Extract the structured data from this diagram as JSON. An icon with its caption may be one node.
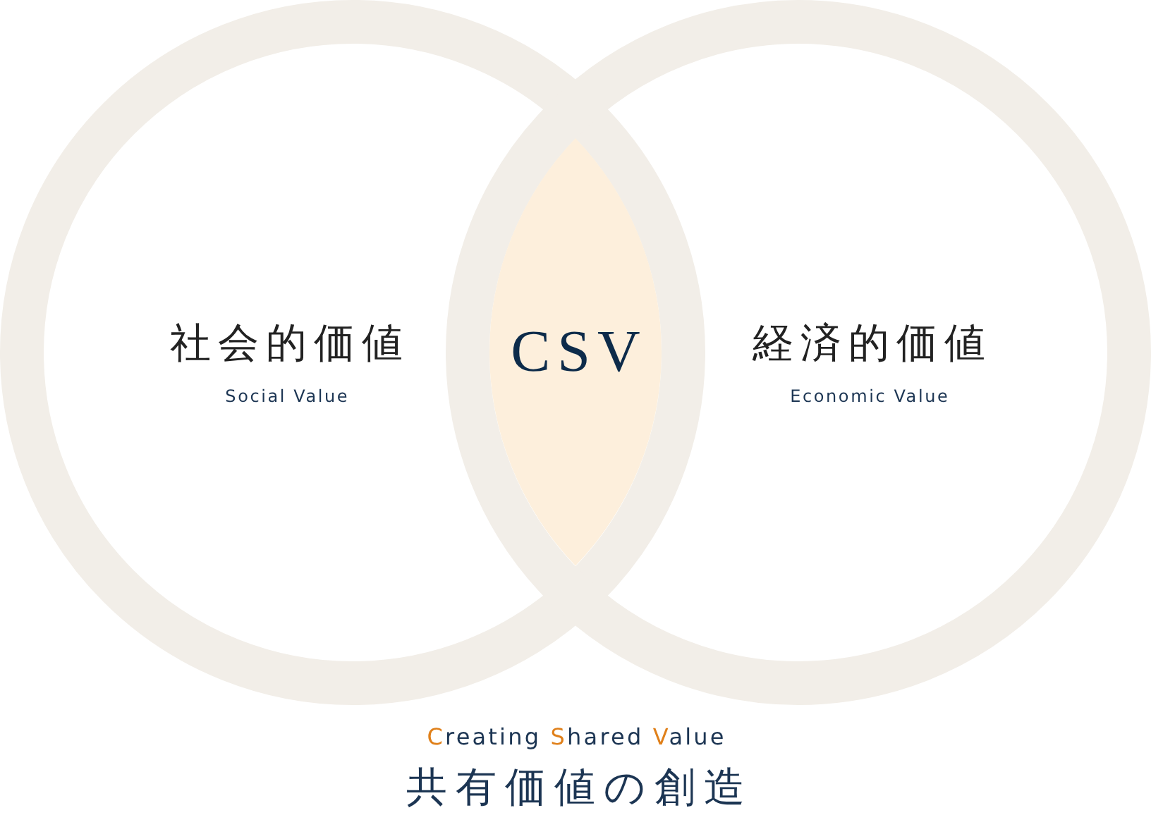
{
  "diagram": {
    "nodes": [
      {
        "text": [
          "社会的価値",
          "Social Value"
        ]
      },
      {
        "text": [
          "経済的価値",
          "Economic Value"
        ]
      },
      {
        "text": [
          "CSV"
        ]
      }
    ],
    "labels": [
      "Creating Shared Value",
      "共有価値の創造"
    ]
  }
}
